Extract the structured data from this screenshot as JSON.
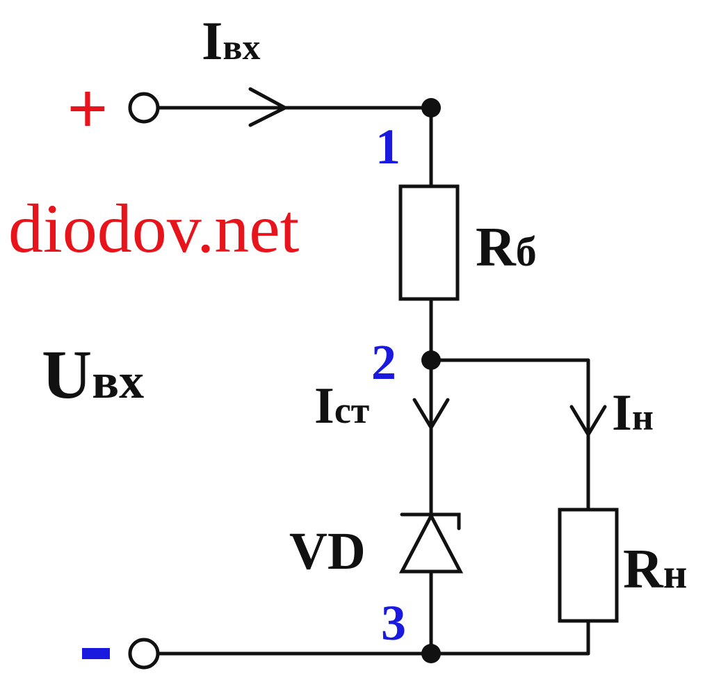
{
  "watermark": "diodov.net",
  "terminals": {
    "plus": "+",
    "minus": "-"
  },
  "labels": {
    "i_in": {
      "main": "I",
      "sub": "вх"
    },
    "u_in": {
      "main": "U",
      "sub": "вх"
    },
    "r_b": {
      "main": "R",
      "sub": "б"
    },
    "i_st": {
      "main": "I",
      "sub": "ст"
    },
    "i_n": {
      "main": "I",
      "sub": "н"
    },
    "vd": "VD",
    "r_n": {
      "main": "R",
      "sub": "н"
    }
  },
  "nodes": [
    "1",
    "2",
    "3"
  ],
  "colors": {
    "wire": "#111111",
    "node_number": "#1a1adf",
    "terminal_plus": "#e8141c",
    "terminal_minus": "#1a1adf",
    "watermark": "#e8141c"
  }
}
